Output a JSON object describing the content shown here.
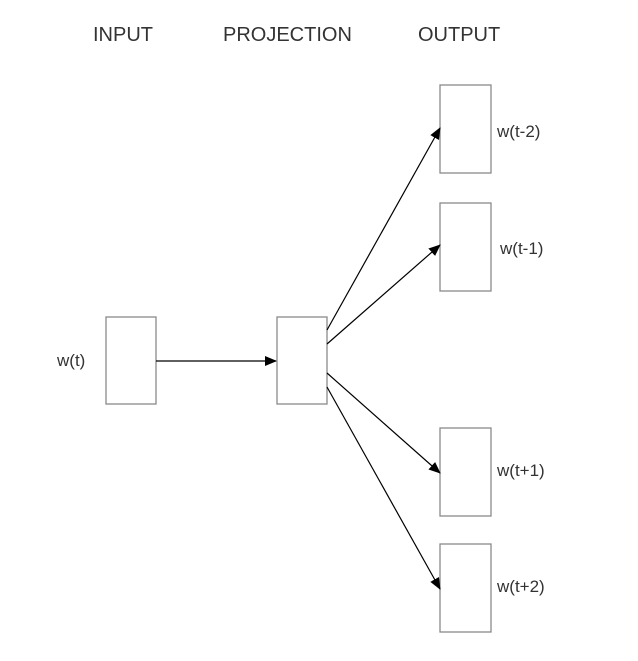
{
  "headers": {
    "input": "INPUT",
    "projection": "PROJECTION",
    "output": "OUTPUT"
  },
  "nodes": {
    "input_label": "w(t)",
    "outputs": [
      "w(t-2)",
      "w(t-1)",
      "w(t+1)",
      "w(t+2)"
    ]
  },
  "colors": {
    "box_stroke": "#8a8a8a",
    "arrow": "#000000",
    "text": "#333333"
  }
}
